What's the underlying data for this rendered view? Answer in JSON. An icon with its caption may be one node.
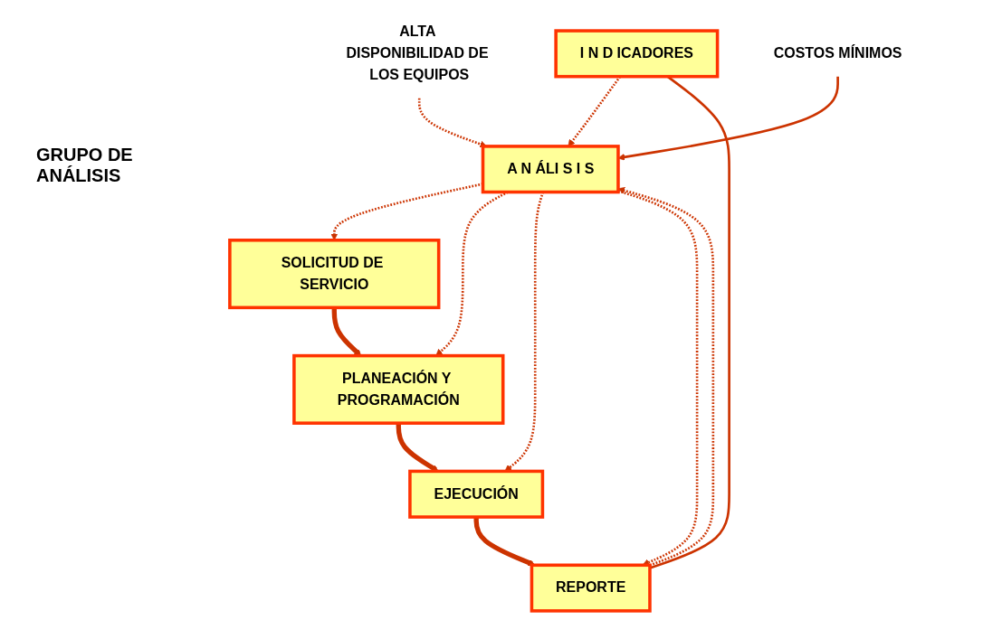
{
  "diagram": {
    "nodes": [
      {
        "text": [
          "ALTA DISPONIBILIDAD DE LOS EQUIPOS"
        ]
      },
      {
        "text": [
          "COSTOS MÍNIMOS"
        ]
      },
      {
        "text": [
          "A N ÁLI S I S"
        ]
      },
      {
        "text": [
          "I N D ICADORES"
        ]
      },
      {
        "text": [
          "SOLICITUD DE SERVICIO"
        ]
      },
      {
        "text": [
          "PLANEACIÓN Y PROGRAMACIÓN"
        ]
      },
      {
        "text": [
          "EJECUCIÓN"
        ]
      },
      {
        "text": [
          "REPORTE"
        ]
      }
    ],
    "edges": [
      {
        "from": 0,
        "to": 2,
        "arrow": "to",
        "style": "dashed"
      },
      {
        "from": 1,
        "to": 2,
        "arrow": "to"
      },
      {
        "from": 3,
        "to": 2,
        "arrow": "to",
        "style": "dashed"
      },
      {
        "from": 3,
        "to": 7,
        "arrow": "none"
      },
      {
        "from": 7,
        "to": 2,
        "arrow": "to",
        "style": "dashed"
      },
      {
        "from": 2,
        "to": 4,
        "arrow": "to",
        "style": "dashed"
      },
      {
        "from": 2,
        "to": 5,
        "arrow": "to",
        "style": "dashed"
      },
      {
        "from": 2,
        "to": 6,
        "arrow": "to",
        "style": "dashed"
      },
      {
        "from": 2,
        "to": 7,
        "arrow": "to",
        "style": "dashed"
      },
      {
        "from": 4,
        "to": 5,
        "arrow": "to",
        "style": "thick"
      },
      {
        "from": 5,
        "to": 6,
        "arrow": "to",
        "style": "thick"
      },
      {
        "from": 6,
        "to": 7,
        "arrow": "to",
        "style": "thick"
      }
    ],
    "labels": [
      "GRUPO DE ANÁLISIS"
    ]
  }
}
